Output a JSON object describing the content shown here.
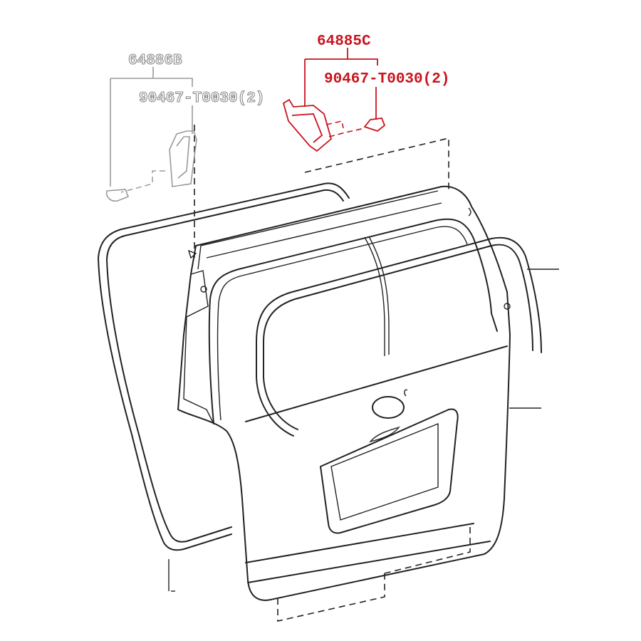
{
  "diagram": {
    "colors": {
      "highlight": "#c8141e",
      "inactive": "#9a9a9a",
      "line": "#222222"
    },
    "callouts": {
      "left_part": {
        "number": "64886B",
        "fastener": "90467-T0030(2)"
      },
      "right_part": {
        "number": "64885C",
        "fastener": "90467-T0030(2)"
      }
    }
  }
}
